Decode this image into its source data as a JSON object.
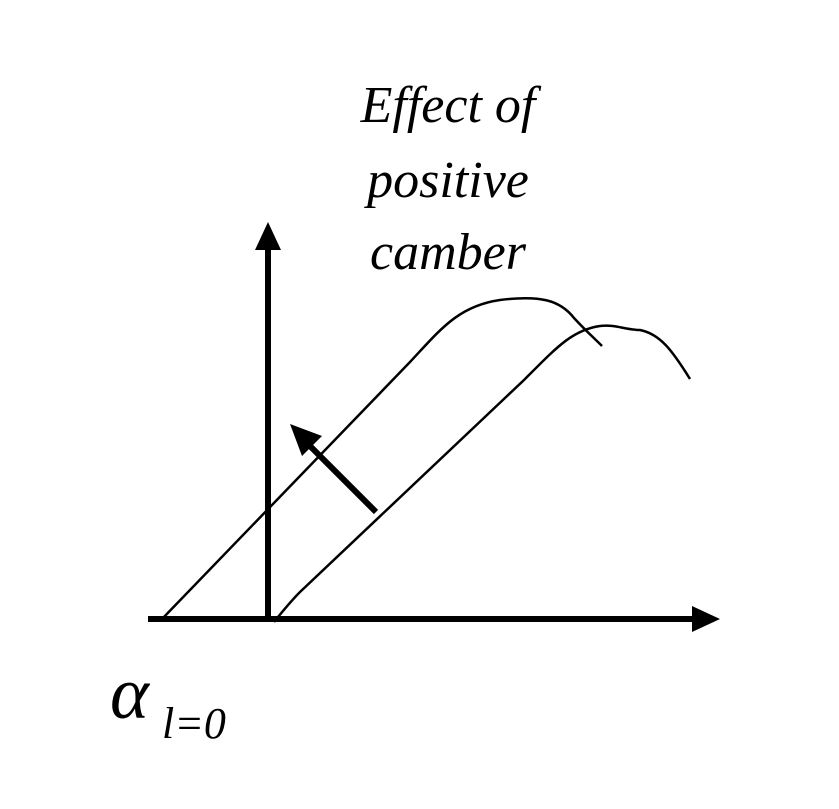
{
  "caption": {
    "lines": [
      "Effect of",
      "positive",
      "camber"
    ]
  },
  "zero_lift_label": {
    "symbol": "α",
    "subscript": "l=0"
  },
  "colors": {
    "ink": "#000000",
    "background": "#ffffff"
  },
  "curves": [
    {
      "id": "cambered",
      "description_visible": false
    },
    {
      "id": "symmetric",
      "description_visible": false
    }
  ],
  "shift_arrow": {
    "direction": "up-left"
  }
}
